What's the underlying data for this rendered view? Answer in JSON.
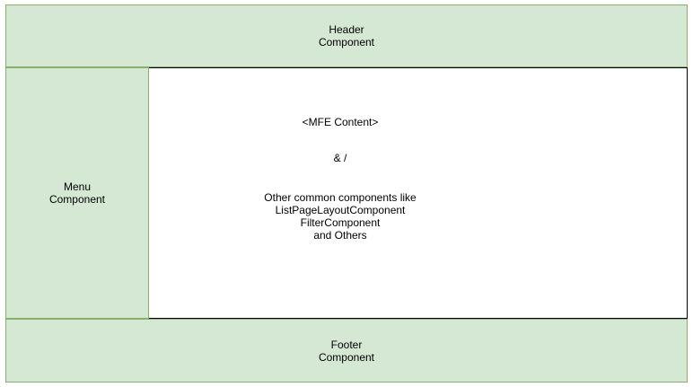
{
  "header": {
    "label": "Header\nComponent"
  },
  "menu": {
    "label": "Menu\nComponent"
  },
  "content": {
    "mfe": "<MFE Content>",
    "separator": "& /",
    "others": "Other common components like\nListPageLayoutComponent\nFilterComponent\nand Others"
  },
  "footer": {
    "label": "Footer\nComponent"
  },
  "colors": {
    "component_fill": "#d5e8d4",
    "component_border": "#82b366",
    "content_fill": "#ffffff",
    "content_border": "#000000"
  }
}
